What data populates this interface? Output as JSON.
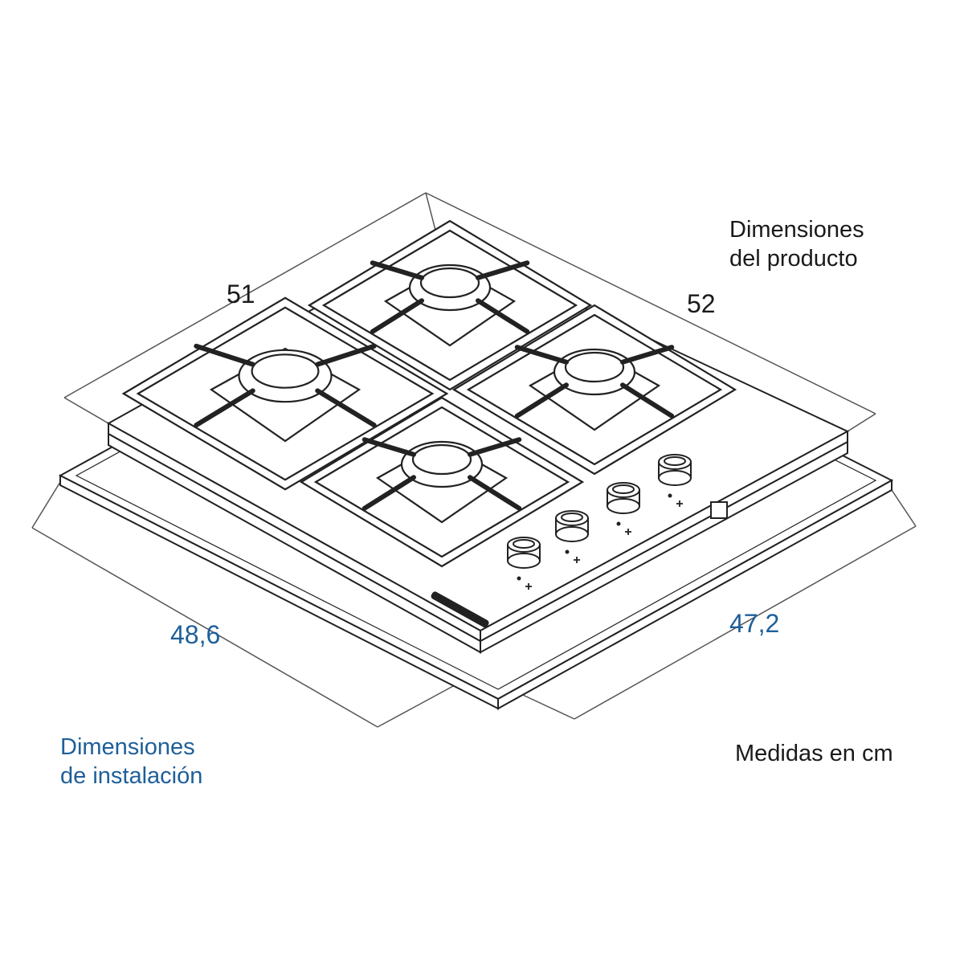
{
  "labels": {
    "product_dimensions": [
      "Dimensiones",
      "del producto"
    ],
    "installation_dimensions": [
      "Dimensiones",
      "de instalación"
    ],
    "units_note": "Medidas en cm"
  },
  "dimensions": {
    "product_width": "51",
    "product_depth": "52",
    "installation_width": "48,6",
    "installation_depth": "47,2"
  },
  "colors": {
    "line": "#222222",
    "accent_blue": "#1e5f9a",
    "dimension_line": "#555555"
  }
}
